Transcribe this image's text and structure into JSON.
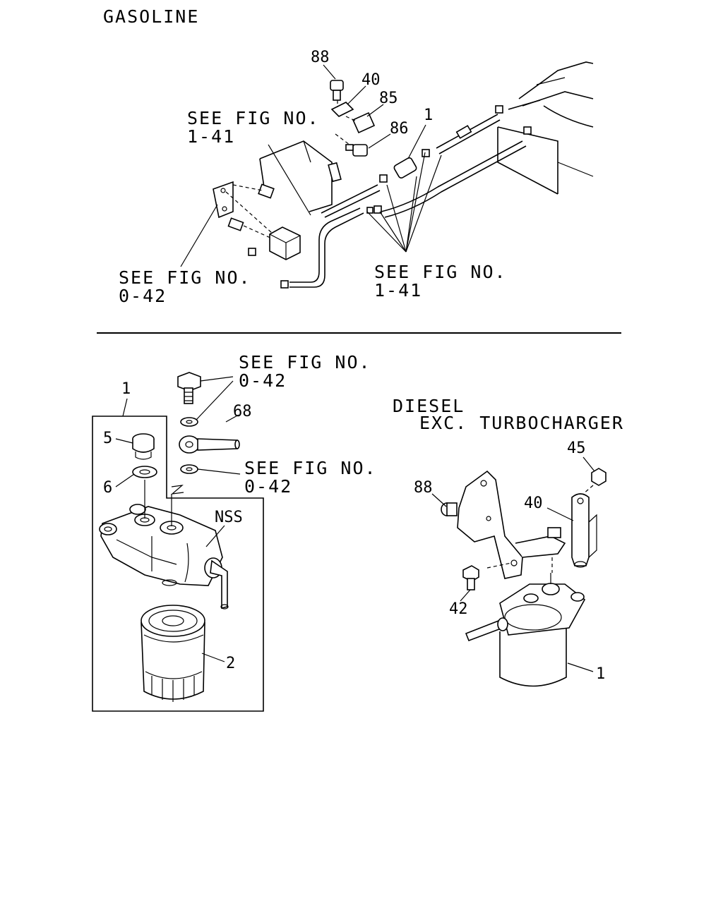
{
  "gasoline": {
    "title": "GASOLINE",
    "ref_top_1": "SEE FIG NO.",
    "ref_top_2": "1-41",
    "ref_left_1": "SEE FIG NO.",
    "ref_left_2": "0-42",
    "ref_right_1": "SEE FIG NO.",
    "ref_right_2": "1-41",
    "callouts": {
      "c88": "88",
      "c40": "40",
      "c85": "85",
      "c86": "86",
      "c1": "1"
    }
  },
  "lower_left": {
    "ref_a_1": "SEE FIG NO.",
    "ref_a_2": "0-42",
    "ref_b_1": "SEE FIG NO.",
    "ref_b_2": "0-42",
    "callouts": {
      "c1": "1",
      "c5": "5",
      "c6": "6",
      "c68": "68",
      "nss": "NSS",
      "c2": "2"
    }
  },
  "diesel": {
    "title_1": "DIESEL",
    "title_2": "EXC. TURBOCHARGER",
    "callouts": {
      "c45": "45",
      "c88": "88",
      "c40": "40",
      "c42": "42",
      "c1": "1"
    }
  }
}
